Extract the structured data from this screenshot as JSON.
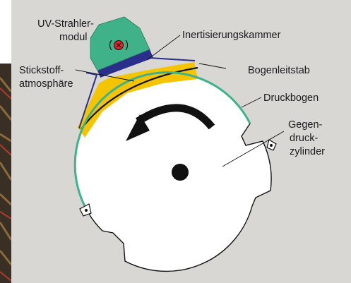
{
  "diagram": {
    "labels": {
      "uv_module": [
        "UV-Strahler-",
        "modul"
      ],
      "inertization_chamber": "Inertisierungskammer",
      "nitrogen_atmosphere": [
        "Stickstoff-",
        "atmosphäre"
      ],
      "sheet_guide_bar": "Bogenleitstab",
      "printed_sheet": "Druckbogen",
      "impression_cylinder": [
        "Gegen-",
        "druck-",
        "zylinder"
      ]
    },
    "colors": {
      "background": "#d9d7d4",
      "photo_strip": "#3a2f24",
      "uv_module": "#3fb28a",
      "uv_lamp": "#e2232a",
      "chamber_band": "#2b2f8c",
      "nitrogen": "#f5c400",
      "sheet": "#3fb28a",
      "cylinder": "#ffffff",
      "ink": "#111111"
    },
    "rotation_direction": "counterclockwise"
  }
}
